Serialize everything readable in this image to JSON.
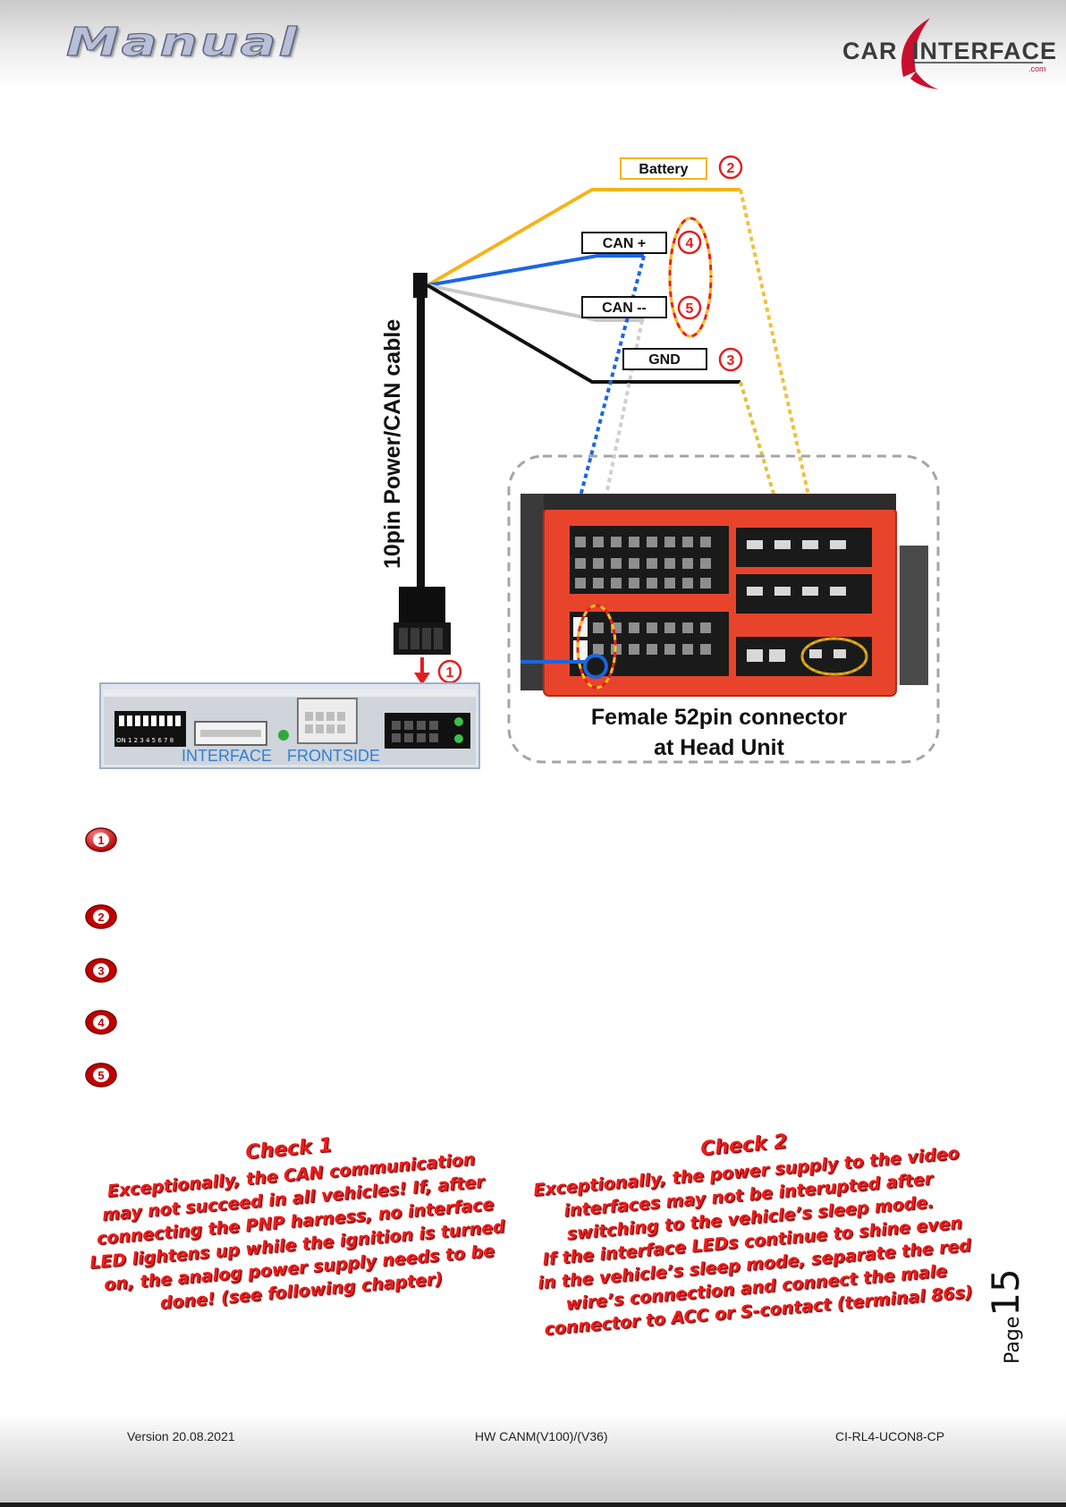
{
  "header": {
    "title": "Manual",
    "logo_text": "CAR·INTERFACE",
    "logo_sub": ".com"
  },
  "diagram": {
    "cable_label": "10pin Power/CAN cable",
    "wires": [
      {
        "label": "Battery",
        "number": "2",
        "color": "#f2b51b"
      },
      {
        "label": "CAN +",
        "number": "4",
        "color": "#1b66e0"
      },
      {
        "label": "CAN --",
        "number": "5",
        "color": "#c8c8c8"
      },
      {
        "label": "GND",
        "number": "3",
        "color": "#111111"
      }
    ],
    "interface_marker": "1",
    "interface_labels": [
      "INTERFACE",
      "FRONTSIDE"
    ],
    "dip_text": "ON 1 2 3 4 5 6 7 8",
    "connector_title_1": "Female 52pin connector",
    "connector_title_2": "at Head Unit"
  },
  "legend": [
    {
      "number": "1"
    },
    {
      "number": "2"
    },
    {
      "number": "3"
    },
    {
      "number": "4"
    },
    {
      "number": "5"
    }
  ],
  "check1": {
    "title": "Check 1",
    "lines": [
      "Exceptionally, the CAN communication",
      "may not succeed in all vehicles! If, after",
      "connecting the PNP harness, no interface",
      "LED lightens up while the ignition is turned",
      "on, the analog power supply needs to be",
      "done! (see following chapter)"
    ]
  },
  "check2": {
    "title": "Check 2",
    "lines": [
      "Exceptionally, the power supply to the video",
      "interfaces may not be interupted after",
      "switching to the vehicle’s sleep mode.",
      "If the interface LEDs continue to shine even",
      "in the vehicle’s sleep mode, separate the red",
      "wire’s connection and connect the male",
      "connector to ACC or S-contact (terminal 86s)"
    ]
  },
  "page": {
    "word": "Page",
    "number": "15"
  },
  "footer": {
    "version": "Version 20.08.2021",
    "hardware": "HW CANM(V100)/(V36)",
    "code": "CI-RL4-UCON8-CP"
  },
  "colors": {
    "accent_red": "#ee1c1c",
    "connector_red": "#e8442c",
    "battery": "#f2b51b",
    "can_plus": "#1b66e0"
  }
}
